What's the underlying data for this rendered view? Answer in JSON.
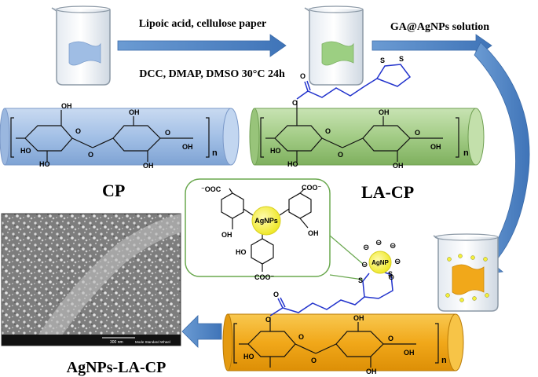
{
  "reaction": {
    "reagents_top": "Lipoic acid, cellulose paper",
    "conditions": "DCC, DMAP, DMSO 30°C 24h",
    "solution": "GA@AgNPs solution"
  },
  "labels": {
    "cp": "CP",
    "la_cp": "LA-CP",
    "agnps_la_cp": "AgNPs-LA-CP"
  },
  "chem": {
    "oh": "OH",
    "ho": "HO",
    "o": "O",
    "n": "n",
    "s": "S",
    "coo": "⁻OOC",
    "coo_r": "COO⁻",
    "agnps": "AgNPs",
    "agnp": "AgNP",
    "minus": "⊖"
  },
  "sem": {
    "bar": "300 nm",
    "info": "Mode Standard Wheel"
  },
  "colors": {
    "blue_cyl": "#a8c3e6",
    "green_cyl": "#a9cf8e",
    "orange_cyl": "#f2ad19",
    "arrow_blue": "#4f86c6",
    "linker": "#2233cc",
    "agnp_yellow": "#f4f03a"
  }
}
